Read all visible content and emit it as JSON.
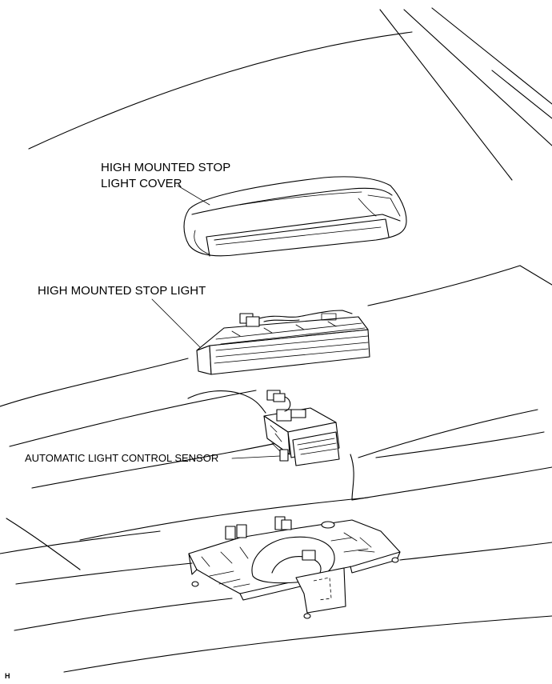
{
  "labels": {
    "stop_light_cover_line1": "HIGH MOUNTED STOP",
    "stop_light_cover_line2": "LIGHT COVER",
    "stop_light": "HIGH MOUNTED STOP LIGHT",
    "light_control_sensor": "AUTOMATIC LIGHT CONTROL SENSOR",
    "corner_code": "H"
  }
}
